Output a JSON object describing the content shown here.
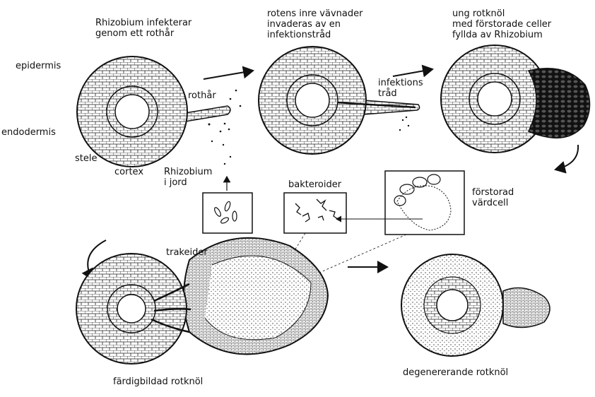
{
  "labels": {
    "top_left_caption": "Rhizobium infekterar\ngenom ett rothår",
    "top_mid_caption": "rotens inre vävnader\ninvaderas av en\ninfektionstråd",
    "top_right_caption": "ung rotknöl\nmed förstorade celler\nfyllda av Rhizobium",
    "epidermis": "epidermis",
    "endodermis": "endodermis",
    "stele": "stele",
    "cortex": "cortex",
    "rothar": "rothår",
    "infektionstrad": "infektions\ntråd",
    "rhizobium_i_jord": "Rhizobium\ni jord",
    "bakteroider": "bakteroider",
    "forstorad_vardcell": "förstorad\nvärdcell",
    "trakeider": "trakeider",
    "fardigbildad": "färdigbildad rotknöl",
    "degenererande": "degenererande rotknöl"
  }
}
